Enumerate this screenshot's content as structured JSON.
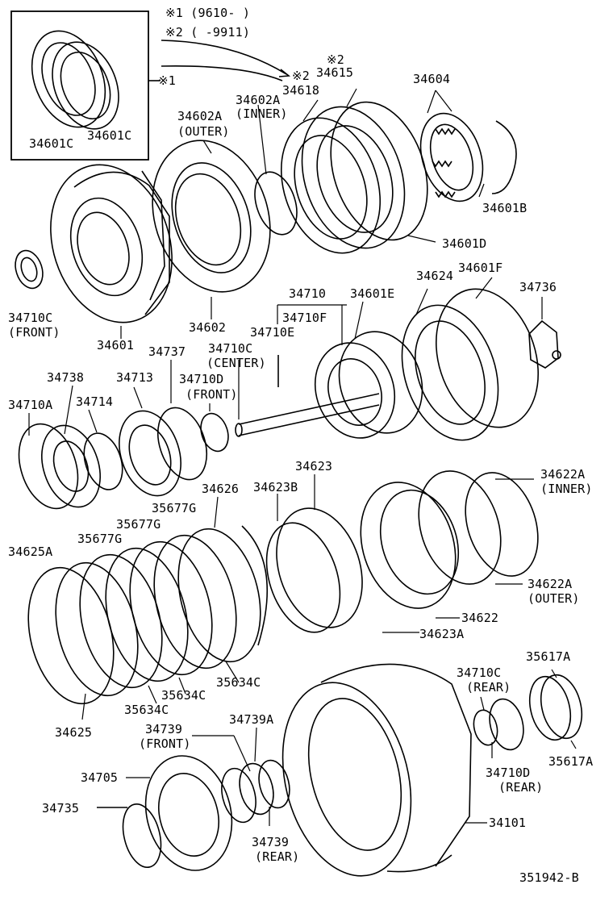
{
  "legend": {
    "note1": "※1 (9610-   )",
    "note2": "※2 (   -9911)",
    "mark1": "※1",
    "mark2a": "※2",
    "mark2b": "※2"
  },
  "parts": {
    "p34601C_a": "34601C",
    "p34601C_b": "34601C",
    "p34615": "34615",
    "p34618": "34618",
    "p34604": "34604",
    "p34602A_inner": "34602A",
    "inner_a": "(INNER)",
    "p34602A_outer": "34602A",
    "outer_a": "(OUTER)",
    "p34601B": "34601B",
    "p34601D": "34601D",
    "p34710C_front": "34710C",
    "front_a": "(FRONT)",
    "p34601": "34601",
    "p34602": "34602",
    "p34710": "34710",
    "p34601E": "34601E",
    "p34624": "34624",
    "p34601F": "34601F",
    "p34736": "34736",
    "p34710F": "34710F",
    "p34710E": "34710E",
    "p34737": "34737",
    "p34710C_center": "34710C",
    "center": "(CENTER)",
    "p34738": "34738",
    "p34713": "34713",
    "p34710D_front": "34710D",
    "front_b": "(FRONT)",
    "p34710A": "34710A",
    "p34714": "34714",
    "p34623": "34623",
    "p34622A_inner": "34622A",
    "inner_b": "(INNER)",
    "p34626": "34626",
    "p34623B": "34623B",
    "p35677G_a": "35677G",
    "p35677G_b": "35677G",
    "p35677G_c": "35677G",
    "p34625A": "34625A",
    "p34622A_outer": "34622A",
    "outer_b": "(OUTER)",
    "p34622": "34622",
    "p34623A": "34623A",
    "p35634C_a": "35634C",
    "p35634C_b": "35634C",
    "p35634C_c": "35634C",
    "p34625": "34625",
    "p35617A_a": "35617A",
    "p34710C_rear": "34710C",
    "rear_a": "(REAR)",
    "p34739A": "34739A",
    "p34739_front": "34739",
    "front_c": "(FRONT)",
    "p34705": "34705",
    "p34735": "34735",
    "p34710D_rear": "34710D",
    "rear_b": "(REAR)",
    "p35617A_b": "35617A",
    "p34101": "34101",
    "p34739_rear": "34739",
    "rear_c": "(REAR)"
  },
  "figure_code": "351942-B"
}
